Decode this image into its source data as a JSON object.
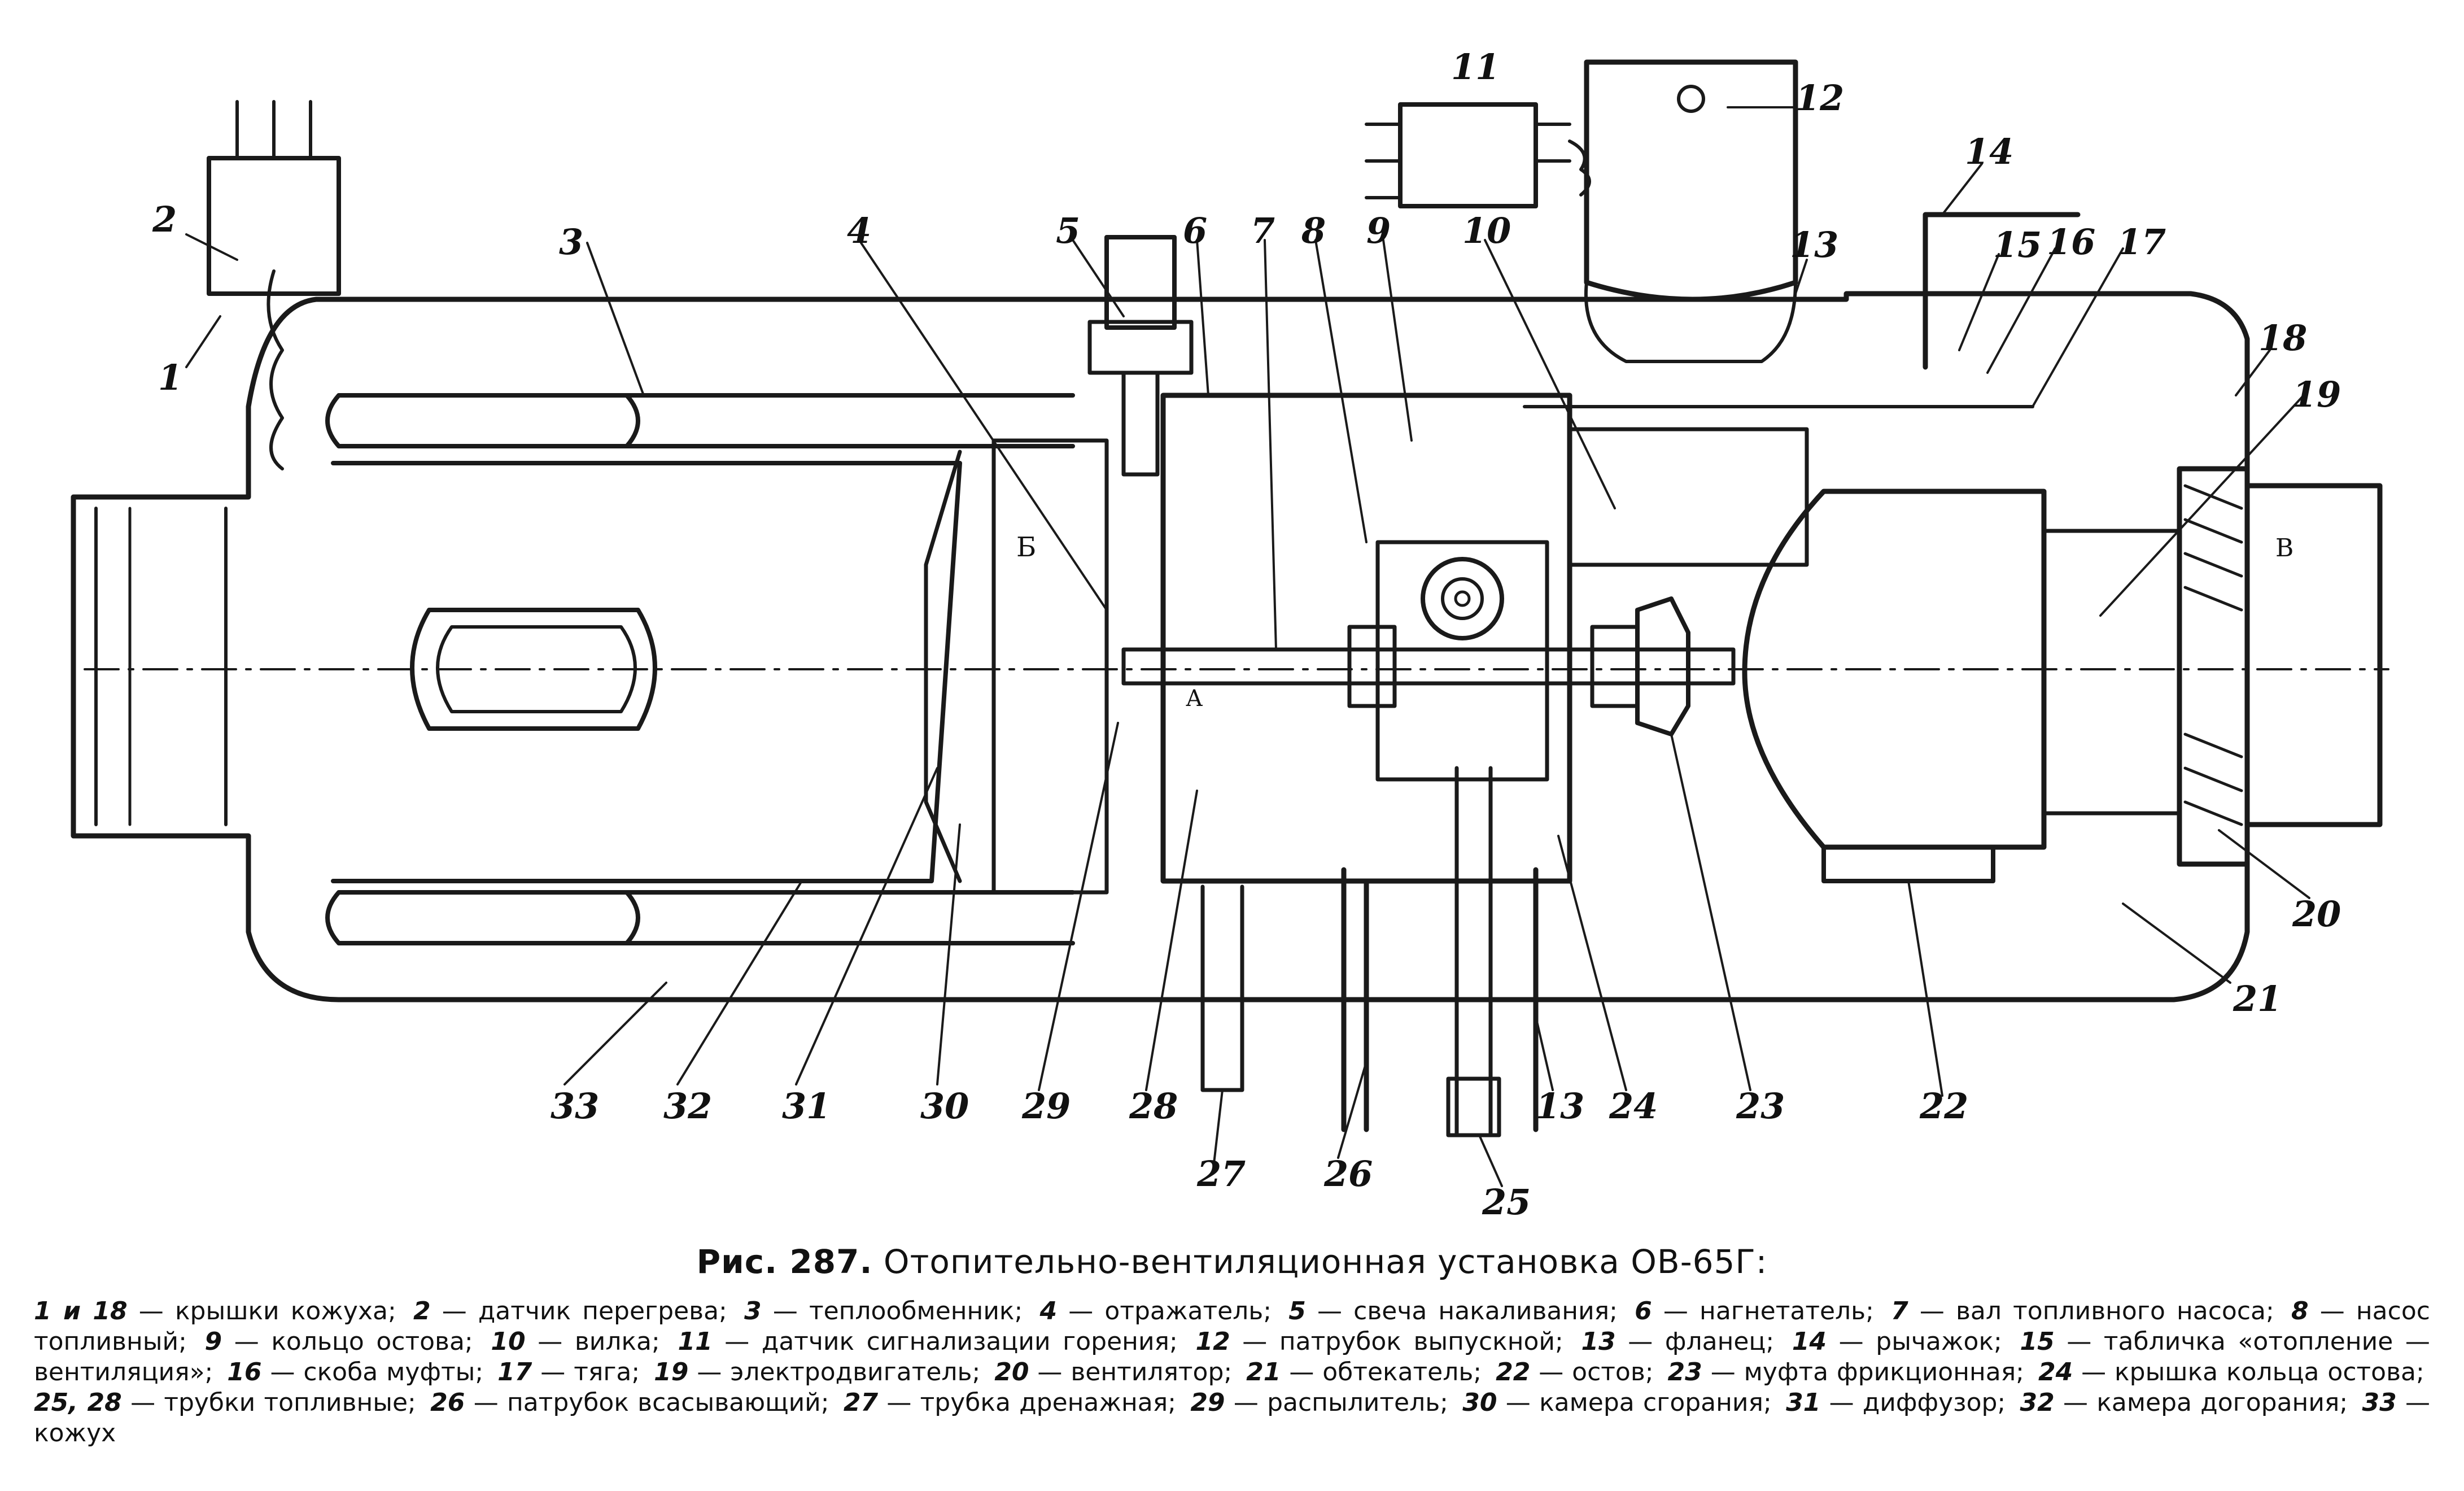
{
  "caption": {
    "label": "Рис. 287.",
    "title": "Отопительно-вентиляционная установка ОВ-65Г:"
  },
  "callouts": [
    "1",
    "2",
    "3",
    "4",
    "5",
    "6",
    "7",
    "8",
    "9",
    "10",
    "11",
    "12",
    "13",
    "14",
    "15",
    "16",
    "17",
    "18",
    "19",
    "20",
    "21",
    "22",
    "23",
    "24",
    "25",
    "26",
    "27",
    "28",
    "29",
    "30",
    "31",
    "32",
    "33",
    "13",
    "Б",
    "В",
    "А"
  ],
  "legend": [
    {
      "key": "1 и 18",
      "text": "— крышки кожуха;"
    },
    {
      "key": "2",
      "text": "— датчик перегрева;"
    },
    {
      "key": "3",
      "text": "— теплообменник;"
    },
    {
      "key": "4",
      "text": "— отражатель;"
    },
    {
      "key": "5",
      "text": "— свеча накаливания;"
    },
    {
      "key": "6",
      "text": "— нагнетатель;"
    },
    {
      "key": "7",
      "text": "— вал топливного насоса;"
    },
    {
      "key": "8",
      "text": "— насос топливный;"
    },
    {
      "key": "9",
      "text": "— кольцо остова;"
    },
    {
      "key": "10",
      "text": "— вилка;"
    },
    {
      "key": "11",
      "text": "— датчик сигнализации горения;"
    },
    {
      "key": "12",
      "text": "— патрубок выпускной;"
    },
    {
      "key": "13",
      "text": "— фланец;"
    },
    {
      "key": "14",
      "text": "— рычажок;"
    },
    {
      "key": "15",
      "text": "— табличка «отопление — вентиляция»;"
    },
    {
      "key": "16",
      "text": "— скоба муфты;"
    },
    {
      "key": "17",
      "text": "— тяга;"
    },
    {
      "key": "19",
      "text": "— электродвигатель;"
    },
    {
      "key": "20",
      "text": "— вентилятор;"
    },
    {
      "key": "21",
      "text": "— обтекатель;"
    },
    {
      "key": "22",
      "text": "— остов;"
    },
    {
      "key": "23",
      "text": "— муфта фрикционная;"
    },
    {
      "key": "24",
      "text": "— крышка кольца остова;"
    },
    {
      "key": "25, 28",
      "text": "— трубки топливные;"
    },
    {
      "key": "26",
      "text": "— патрубок всасывающий;"
    },
    {
      "key": "27",
      "text": "— трубка дренажная;"
    },
    {
      "key": "29",
      "text": "— распылитель;"
    },
    {
      "key": "30",
      "text": "— камера сгорания;"
    },
    {
      "key": "31",
      "text": "— диффузор;"
    },
    {
      "key": "32",
      "text": "— камера догорания;"
    },
    {
      "key": "33",
      "text": "— кожух"
    }
  ]
}
